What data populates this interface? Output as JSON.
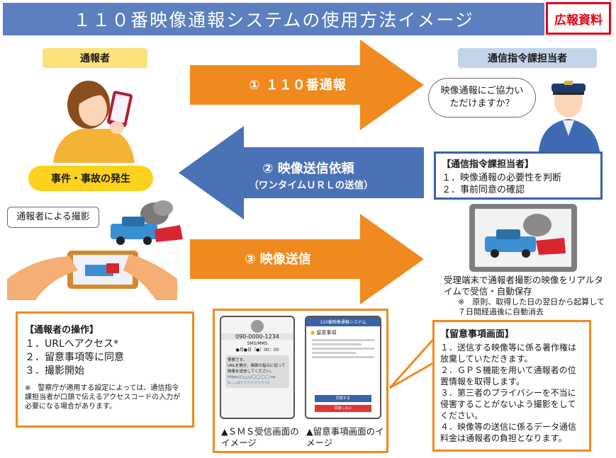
{
  "title": "１１０番映像通報システムの使用方法イメージ",
  "badge": "広報資料",
  "reporter_label": "通報者",
  "officer_label": "通信指令課担当者",
  "incident_label": "事件・事故の発生",
  "officer_bubble": "映像通報にご協力いただけますか？",
  "reporter_bubble": "通報者による撮影",
  "step1": "① １１０番通報",
  "step2": "② 映像送信依頼",
  "step2_sub": "（ワンタイムＵＲＬの送信）",
  "step3": "③ 映像送信",
  "officer_box": {
    "title": "【通信指令課担当者】",
    "items": [
      "１．映像通報の必要性を判断",
      "２．事前同意の確認"
    ]
  },
  "terminal_caption": "受理端末で通報者撮影の映像をリアルタイムで受信・自動保存",
  "terminal_note": "※　原則、取得した日の翌日から起算して７日間経過後に自動消去",
  "reporter_box": {
    "title": "【通報者の操作】",
    "items": [
      "１．URLへアクセス*",
      "２．留意事項等に同意",
      "３．撮影開始"
    ],
    "note": "※　警察庁が適用する設定によっては、通信指令課担当者が口頭で伝えるアクセスコードの入力が必要になる場合があります。"
  },
  "sms_phone": {
    "number": "090-0000-1234",
    "type": "SMS/MMS",
    "date": "●月●日（●）00：00",
    "message_1": "警察です。",
    "message_2": "URLを開き、画面の指示に従って映像を送信してください。",
    "link": "https://△△△/◯◯◯◯.nps……//☆☆☆☆☆☆☆☆/"
  },
  "notice_phone": {
    "header": "110番映像通報システム",
    "title": "留意事項",
    "agree": "同意する",
    "disagree": "同意しない"
  },
  "sms_caption": "▲ＳＭＳ受信画面のイメージ",
  "notice_caption": "▲留意事項画面のイメージ",
  "notice_box": {
    "title": "【留意事項画面】",
    "items": [
      "１．送信する映像等に係る著作権は放棄していただきます。",
      "２．ＧＰＳ機能を用いて通報者の位置情報を取得します。",
      "３．第三者のプライバシーを不当に侵害することがないよう撮影をしてください。",
      "４．映像等の送信に係るデータ通信料金は通報者の負担となります。"
    ]
  },
  "colors": {
    "title_bg": "#5b7fbf",
    "orange": "#f08a1e",
    "blue_arrow": "#4a72b6",
    "red": "#e60012"
  }
}
